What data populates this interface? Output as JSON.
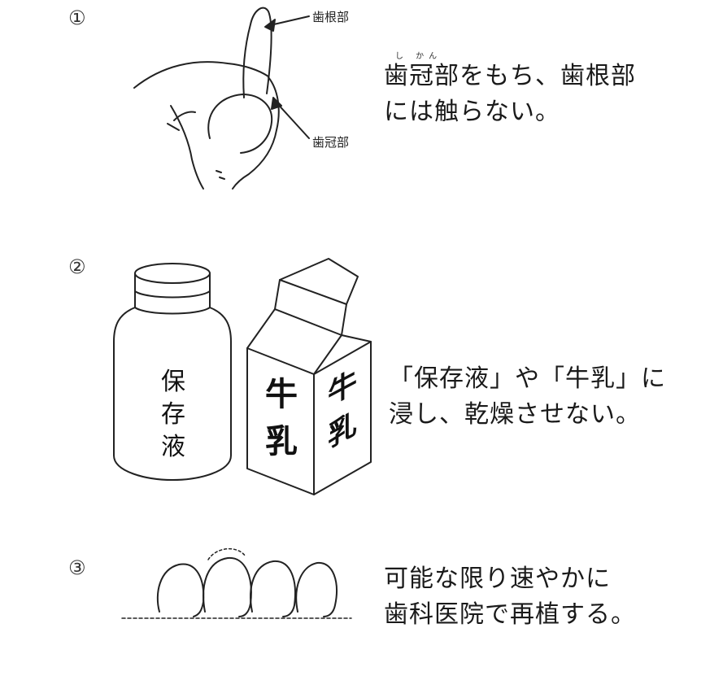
{
  "steps": [
    {
      "number": "①",
      "labels": {
        "root": "歯根部",
        "crown": "歯冠部"
      },
      "ruby": "し かん",
      "text": [
        "歯冠部をもち、歯根部",
        "には触らない。"
      ]
    },
    {
      "number": "②",
      "bottle_label": [
        "保",
        "存",
        "液"
      ],
      "carton_label_front": [
        "牛",
        "乳"
      ],
      "carton_label_side": [
        "牛",
        "乳"
      ],
      "text": [
        "「保存液」や「牛乳」に",
        "浸し、乾燥させない。"
      ]
    },
    {
      "number": "③",
      "text": [
        "可能な限り速やかに",
        "歯科医院で再植する。"
      ]
    }
  ]
}
